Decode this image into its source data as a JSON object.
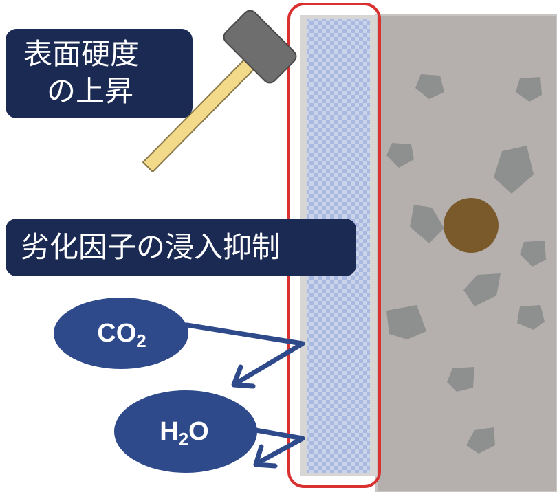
{
  "labels": {
    "hardness_line1": "表面硬度",
    "hardness_line2": "の上昇",
    "suppression": "劣化因子の浸入抑制"
  },
  "molecules": {
    "co2_base": "CO",
    "co2_sub": "2",
    "h2o_h": "H",
    "h2o_sub": "2",
    "h2o_o": "O"
  },
  "colors": {
    "label_bg": "#1b2a52",
    "bubble": "#2e4a8a",
    "arrow": "#2e4a8a",
    "highlight": "#d93030",
    "concrete": "#b5b0ae",
    "aggregate": "#8e8f8f",
    "coating_a": "#a9b9e0",
    "coating_b": "#c9d3ea",
    "hammer_head": "#6e6e6e",
    "hammer_handle": "#f3d98a",
    "core": "#7a5a2a"
  },
  "icons": {
    "hammer": "hammer-icon",
    "core": "embedded-particle"
  }
}
